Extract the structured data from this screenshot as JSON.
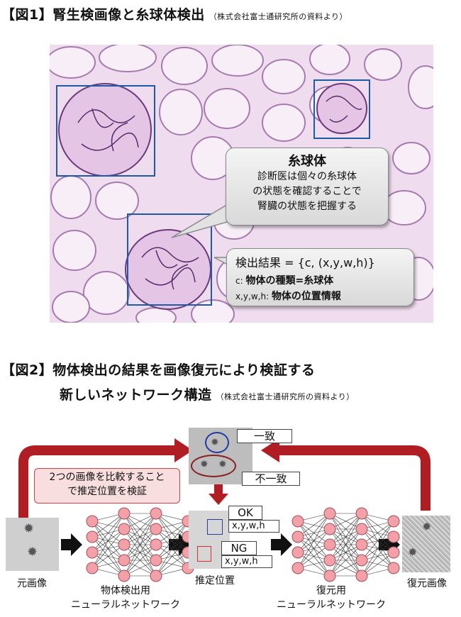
{
  "figure1": {
    "label": "【図1】",
    "title": "腎生検画像と糸球体検出",
    "source": "（株式会社富士通研究所の資料より）",
    "callout": {
      "title": "糸球体",
      "lines": [
        "診断医は個々の糸球体",
        "の状態を確認することで",
        "腎臓の状態を把握する"
      ]
    },
    "result": {
      "main": "検出結果 = {c, (x,y,w,h)}",
      "c_prefix": "c: ",
      "c_text": "物体の種類=糸球体",
      "xywh_prefix": "x,y,w,h: ",
      "xywh_text": "物体の位置情報"
    }
  },
  "figure2": {
    "label": "【図2】",
    "title_line1": "物体検出の結果を画像復元により検証する",
    "title_line2": "新しいネットワーク構造",
    "source": "（株式会社富士通研究所の資料より）",
    "match_label": "一致",
    "mismatch_label": "不一致",
    "compare_note": [
      "2つの画像を比較すること",
      "で推定位置を検証"
    ],
    "ok_label": "OK",
    "ng_label": "NG",
    "coord_label": "x,y,w,h",
    "original_image": "元画像",
    "detection_net": [
      "物体検出用",
      "ニューラルネットワーク"
    ],
    "estimated_position": "推定位置",
    "restore_net": [
      "復元用",
      "ニューラルネットワーク"
    ],
    "restored_image": "復元画像"
  },
  "colors": {
    "box_blue": "#1f5aa5",
    "arrow_red": "#b01e23",
    "node_pink": "#f4a0a8",
    "ng_red": "#d9302a"
  }
}
